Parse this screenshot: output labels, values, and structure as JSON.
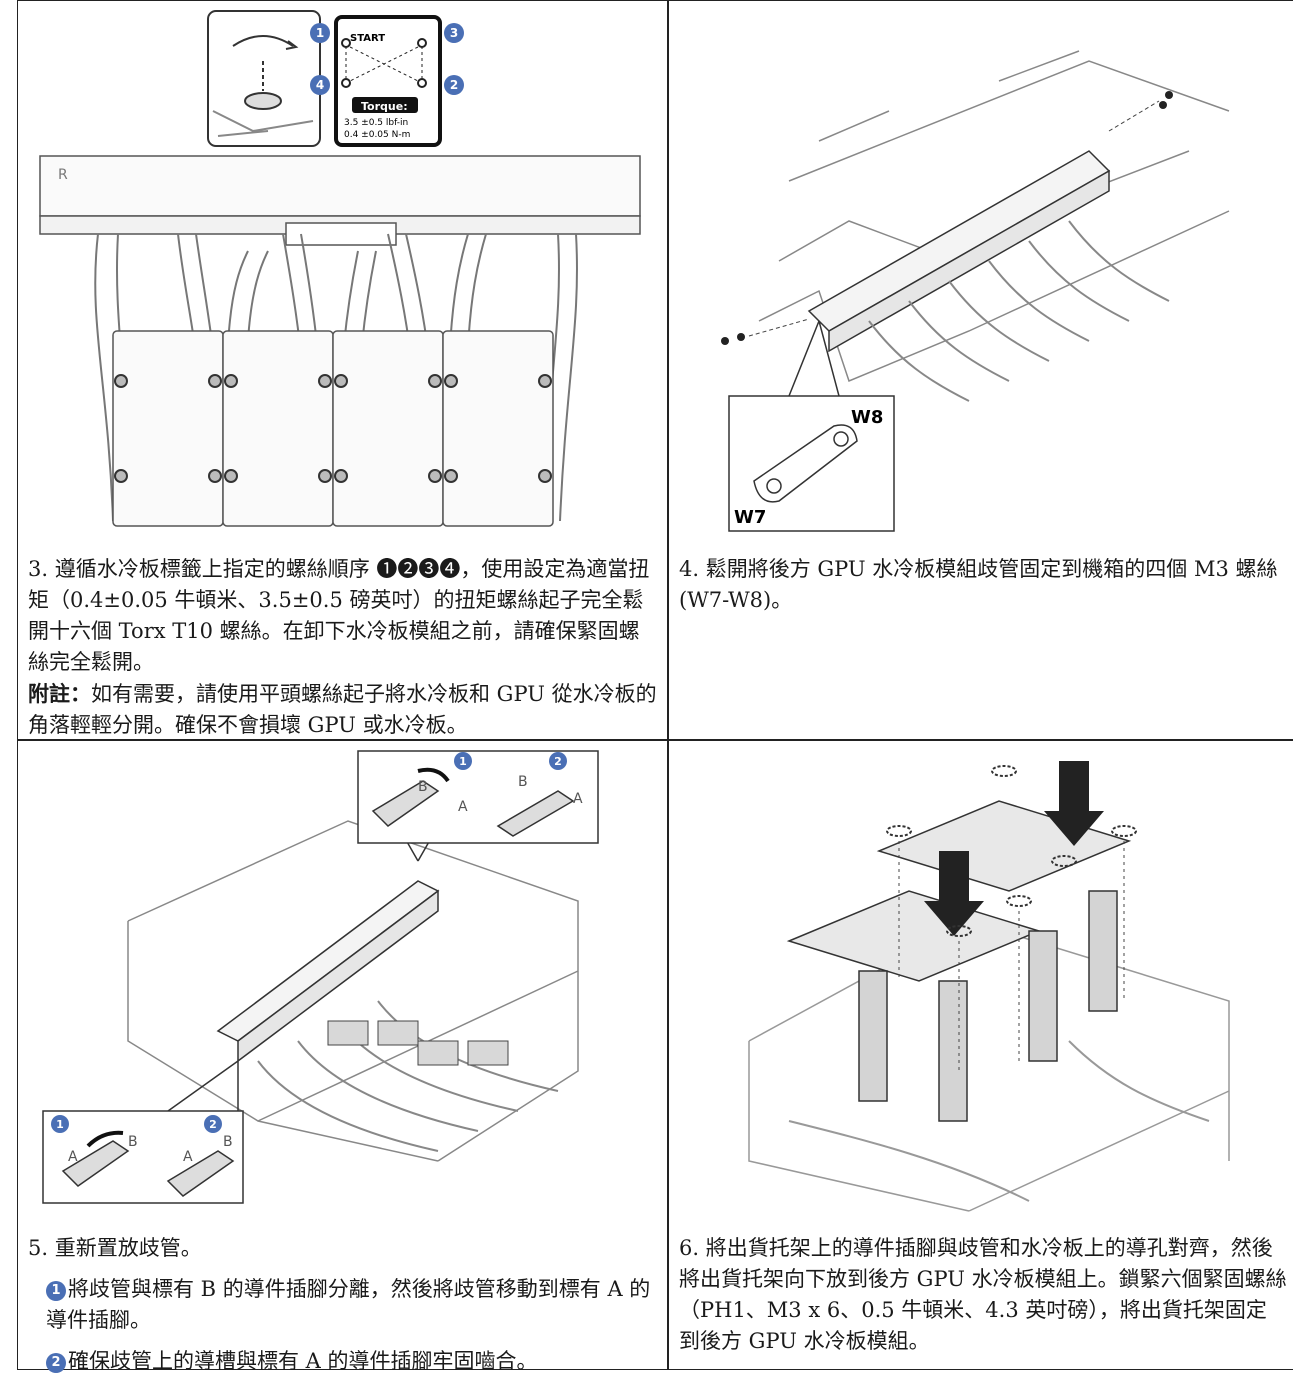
{
  "cells": {
    "step3": {
      "text": "3. 遵循水冷板標籤上指定的螺絲順序 ❶❷❸❹，使用設定為適當扭矩（0.4±0.05 牛頓米、3.5±0.5 磅英吋）的扭矩螺絲起子完全鬆開十六個 Torx T10 螺絲。在卸下水冷板模組之前，請確保緊固螺絲完全鬆開。",
      "note_label": "附註：",
      "note": "如有需要，請使用平頭螺絲起子將水冷板和 GPU 從水冷板的角落輕輕分開。確保不會損壞 GPU 或水冷板。"
    },
    "step4": {
      "text": "4. 鬆開將後方 GPU 水冷板模組歧管固定到機箱的四個 M3 螺絲 (W7-W8)。"
    },
    "step5": {
      "text": "5. 重新置放歧管。",
      "sub1": "將歧管與標有 B 的導件插腳分離，然後將歧管移動到標有 A 的導件插腳。",
      "sub2": "確保歧管上的導槽與標有 A 的導件插腳牢固嚙合。",
      "sub1_num": "1",
      "sub2_num": "2"
    },
    "step6": {
      "text": "6. 將出貨托架上的導件插腳與歧管和水冷板上的導孔對齊，然後將出貨托架向下放到後方 GPU 水冷板模組上。鎖緊六個緊固螺絲（PH1、M3 x 6、0.5 牛頓米、4.3 英吋磅），將出貨托架固定到後方 GPU 水冷板模組。"
    }
  },
  "labels": {
    "start": "START",
    "torque": "Torque:",
    "torque_imperial": "3.5 ±0.5 lbf-in",
    "torque_metric": "0.4 ±0.05 N-m",
    "w7": "W7",
    "w8": "W8",
    "b": "B",
    "a": "A",
    "r": "R",
    "n1": "1",
    "n2": "2",
    "n3": "3",
    "n4": "4"
  },
  "colors": {
    "badge": "#4a6fb5",
    "line": "#222222",
    "illustration": "#555555"
  }
}
